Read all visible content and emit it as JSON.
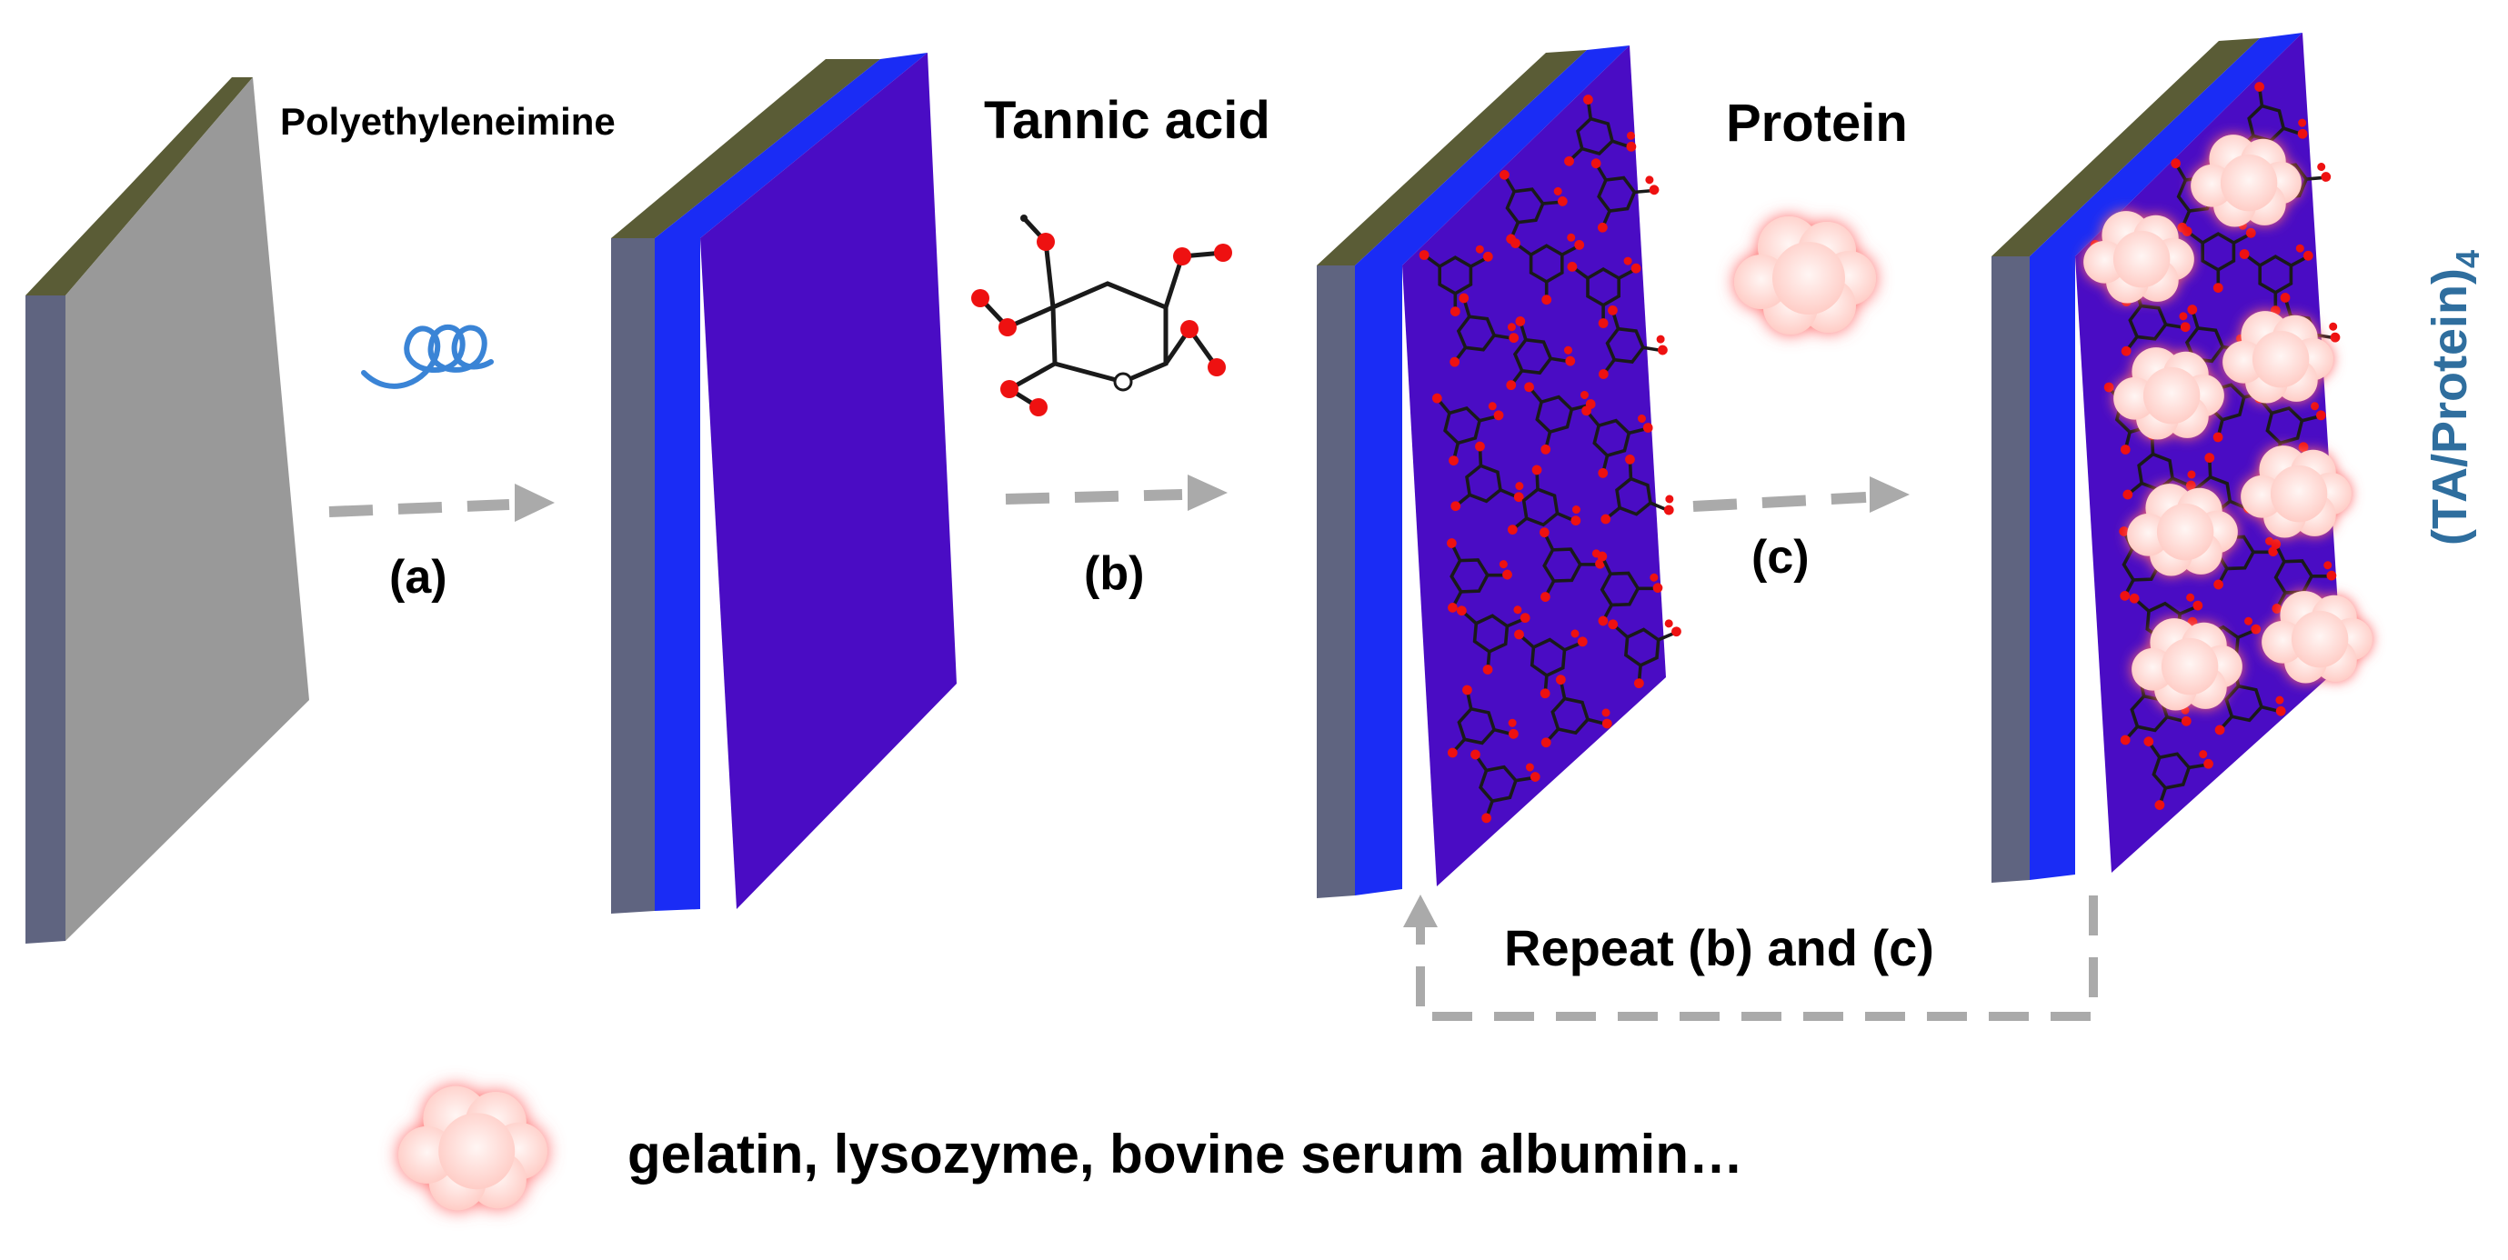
{
  "labels": {
    "pei": "Polyethyleneimine",
    "tannic": "Tannic acid",
    "protein": "Protein",
    "step_a": "(a)",
    "step_b": "(b)",
    "step_c": "(c)",
    "repeat": "Repeat (b) and (c)",
    "side_main": "(TA/Protein)",
    "side_sub": "4",
    "legend": "gelatin, lysozyme, bovine serum albumin…"
  },
  "colors": {
    "substrate_front": "#999999",
    "substrate_side": "#5f6480",
    "substrate_top": "#5a5c36",
    "pei_layer": "#1a2cf5",
    "film": "#4a0cc4",
    "tannic_bond": "#1a1a1a",
    "oxygen": "#ee1111",
    "protein": "#ffd6d2",
    "protein_glow": "#ff6a6a",
    "arrow": "#aaaaaa",
    "side_label": "#2f6e9e"
  },
  "icons": {
    "pei_chain": "coil-icon",
    "tannic_molecule": "molecule-icon",
    "protein_blob": "cloud-icon"
  }
}
